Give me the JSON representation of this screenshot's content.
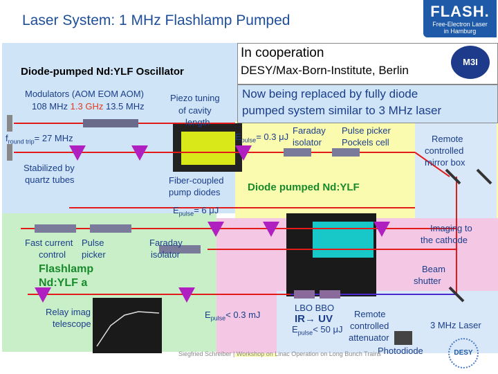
{
  "header": {
    "title": "Laser System: 1 MHz Flashlamp Pumped",
    "logo_name": "FLASH.",
    "logo_sub1": "Free-Electron Laser",
    "logo_sub2": "in Hamburg"
  },
  "cooperation": {
    "line1": "In cooperation",
    "line2": "DESY/Max-Born-Institute, Berlin",
    "logo_text": "M3I"
  },
  "replacement_note": {
    "line1": "Now being replaced by fully diode",
    "line2": "pumped system similar to 3 MHz laser"
  },
  "oscillator": {
    "heading": "Diode-pumped Nd:YLF Oscillator",
    "modulators": "Modulators (AOM EOM AOM)",
    "freq_a": "108 MHz",
    "freq_b": "1.3 GHz",
    "freq_c": "13.5 MHz",
    "piezo1": "Piezo tuning",
    "piezo2": "of cavity",
    "piezo3": "length",
    "f_round": "f",
    "f_round_sub": "round trip",
    "f_round_val": "= 27 MHz",
    "stab1": "Stabilized by",
    "stab2": "quartz tubes",
    "fiber1": "Fiber-coupled",
    "fiber2": "pump diodes"
  },
  "preamp": {
    "epulse1": "E",
    "epulse1_sub": "pulse",
    "epulse1_val": "= 0.3 μJ",
    "faraday1": "Faraday",
    "faraday2": "isolator",
    "picker1": "Pulse picker",
    "picker2": "Pockels cell",
    "remote_mirror1": "Remote",
    "remote_mirror2": "controlled",
    "remote_mirror3": "mirror box",
    "diode_heading": "Diode pumped Nd:YLF"
  },
  "amplifier": {
    "epulse2": "E",
    "epulse2_sub": "pulse",
    "epulse2_val": "= 6 μJ",
    "fastcurrent1": "Fast current",
    "fastcurrent2": "control",
    "pulsepicker1": "Pulse",
    "pulsepicker2": "picker",
    "faraday1": "Faraday",
    "faraday2": "isolator",
    "flash_heading1": "Flashlamp",
    "flash_heading2": "Nd:YLF a",
    "relay1": "Relay imag",
    "relay2": "telescope",
    "epulse3": "E",
    "epulse3_sub": "pulse",
    "epulse3_val": "< 0.3 mJ",
    "imaging1": "Imaging to",
    "imaging2": "the cathode",
    "shutter1": "Beam",
    "shutter2": "shutter",
    "lbo_bbo": "LBO  BBO",
    "ir_uv": "IR→ UV",
    "epulse4": "E",
    "epulse4_sub": "pulse",
    "epulse4_val": "< 50 μJ",
    "remote1": "Remote",
    "remote2": "controlled",
    "remote3": "attenuator",
    "laser3mhz": "3 MHz Laser",
    "photodiode": "Photodiode"
  },
  "footer": {
    "text": "Siegfried Schreiber | Workshop on Linac Operation on Long Bunch Trains",
    "desy": "DESY"
  },
  "colors": {
    "osc_bg": "#cfe4f7",
    "preamp_bg": "#fbfbb0",
    "amp_green": "#c8efc8",
    "amp_pink": "#f4c8e4",
    "beam": "#e21a1a",
    "mirror": "#b020c0",
    "title": "#1e4e9a"
  }
}
